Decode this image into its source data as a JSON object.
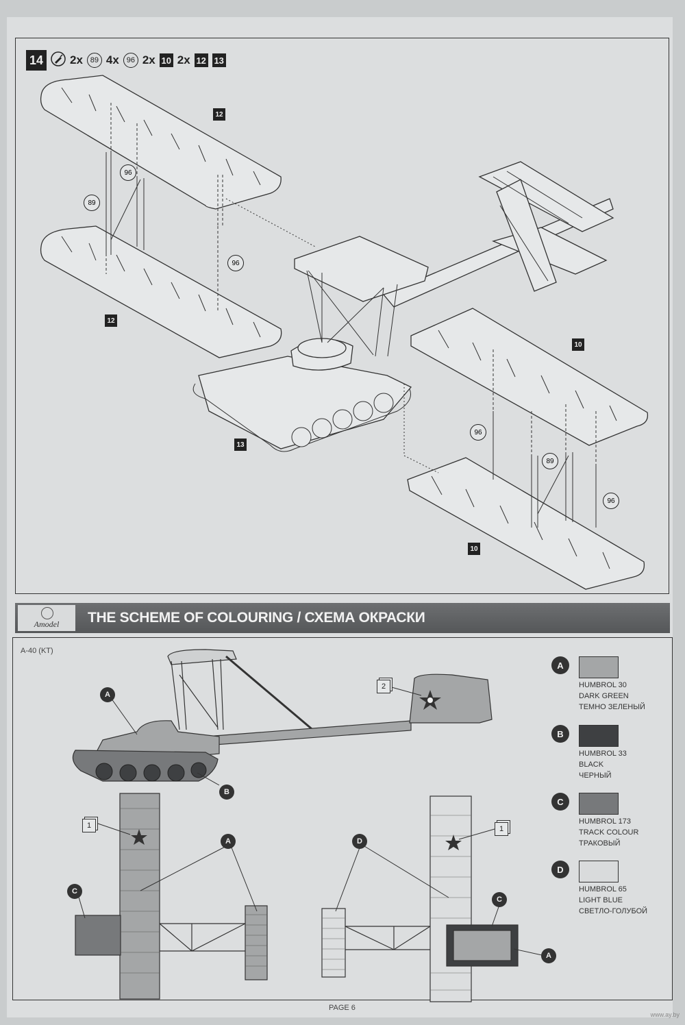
{
  "step": {
    "number": "14",
    "icon": "glue-tube-icon",
    "parts": [
      {
        "qty": "2x",
        "part": "89",
        "kind": "circle"
      },
      {
        "qty": "4x",
        "part": "96",
        "kind": "circle"
      },
      {
        "qty": "2x",
        "part": "10",
        "kind": "square"
      },
      {
        "qty": "2x",
        "part": "12",
        "kind": "square"
      },
      {
        "qty": "",
        "part": "13",
        "kind": "square"
      }
    ]
  },
  "assembly_labels": {
    "wing_upper_left": "12",
    "wing_lower_left": "12",
    "wing_upper_right": "10",
    "wing_lower_right": "10",
    "tank": "13",
    "strut_89_left": "89",
    "strut_96_left_a": "96",
    "strut_96_left_b": "96",
    "strut_96_right_a": "96",
    "strut_89_right": "89",
    "strut_96_right_b": "96"
  },
  "banner": {
    "logo_text": "Amodel",
    "title": "THE SCHEME OF COLOURING / СХЕМА ОКРАСКИ"
  },
  "model_code": "A-40 (KT)",
  "legend": [
    {
      "letter": "A",
      "color": "#a4a6a7",
      "lines": [
        "HUMBROL 30",
        "DARK GREEN",
        "ТЕМНО ЗЕЛЕНЫЙ"
      ]
    },
    {
      "letter": "B",
      "color": "#3e4042",
      "lines": [
        "HUMBROL 33",
        "BLACK",
        "ЧЕРНЫЙ"
      ]
    },
    {
      "letter": "C",
      "color": "#77797b",
      "lines": [
        "HUMBROL 173",
        "TRACK COLOUR",
        "ТРАКОВЫЙ"
      ]
    },
    {
      "letter": "D",
      "color": "#d9dbdc",
      "lines": [
        "HUMBROL 65",
        "LIGHT BLUE",
        "СВЕТЛО-ГОЛУБОЙ"
      ]
    }
  ],
  "markings": {
    "side_A": "A",
    "side_B": "B",
    "top_C": "C",
    "top_A": "A",
    "bottom_D": "D",
    "bottom_C": "C",
    "bottom_A": "A",
    "decal_tail": "2",
    "decal_top_wing": "1",
    "decal_bottom_wing": "1"
  },
  "footer": {
    "page": "PAGE 6",
    "watermark": "www.ay.by"
  }
}
